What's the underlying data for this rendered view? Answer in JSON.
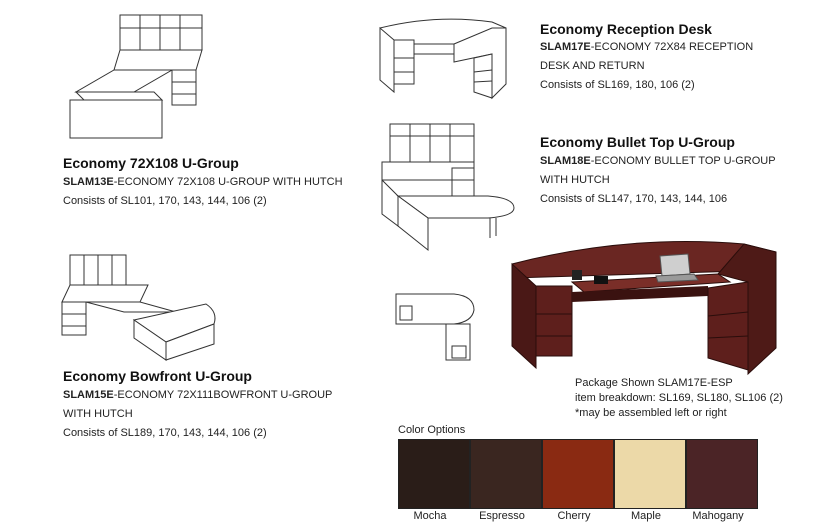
{
  "products": [
    {
      "title": "Economy Reception Desk",
      "code": "SLAM17E",
      "desc1": "-ECONOMY 72X84 RECEPTION",
      "desc2": "DESK AND RETURN",
      "consists": "Consists of SL169, 180, 106 (2)"
    },
    {
      "title": "Economy Bullet Top U-Group",
      "code": "SLAM18E",
      "desc1": "-ECONOMY BULLET TOP U-GROUP",
      "desc2": "WITH HUTCH",
      "consists": "Consists of SL147, 170, 143, 144, 106"
    },
    {
      "title": "Economy 72X108 U-Group",
      "code": "SLAM13E",
      "desc1": "-ECONOMY 72X108 U-GROUP WITH HUTCH",
      "consists": "Consists of SL101, 170, 143, 144, 106 (2)"
    },
    {
      "title": "Economy Bowfront U-Group",
      "code": "SLAM15E",
      "desc1": "-ECONOMY 72X111BOWFRONT U-GROUP",
      "desc2": "WITH HUTCH",
      "consists": "Consists of SL189, 170, 143, 144, 106 (2)"
    }
  ],
  "package": {
    "line1": "Package Shown SLAM17E-ESP",
    "line2": "item breakdown: SL169, SL180, SL106 (2)",
    "line3": "*may be assembled left or right"
  },
  "color_options": {
    "heading": "Color Options",
    "swatches": [
      {
        "label": "Mocha",
        "color": "#2a1d18"
      },
      {
        "label": "Espresso",
        "color": "#3a2620"
      },
      {
        "label": "Cherry",
        "color": "#8a2a12"
      },
      {
        "label": "Maple",
        "color": "#ecd9a8"
      },
      {
        "label": "Mahogany",
        "color": "#4b2426"
      }
    ]
  },
  "photo_colors": {
    "wood": "#5a1f1c",
    "wood_dark": "#3c1412"
  }
}
